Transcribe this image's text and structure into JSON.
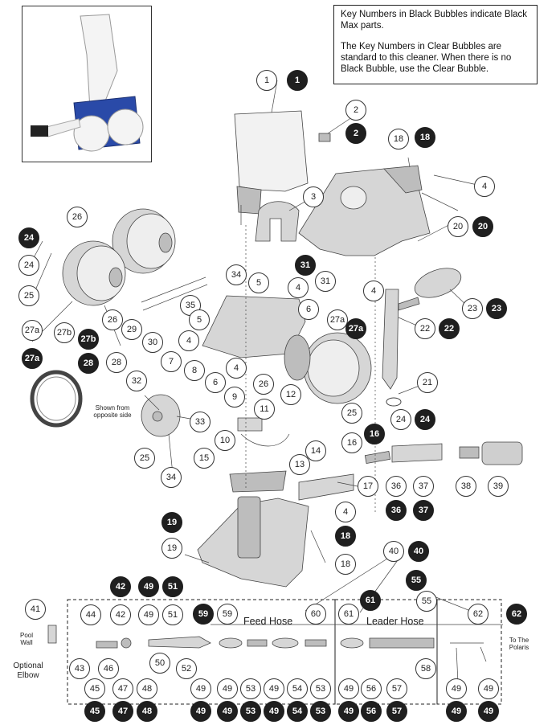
{
  "note": {
    "line1": "Key Numbers in Black Bubbles indicate Black Max parts.",
    "line2": "The Key Numbers in Clear Bubbles are standard to this cleaner. When there is no Black Bubble, use the Clear Bubble."
  },
  "labels": {
    "feed_hose": "Feed Hose",
    "leader_hose": "Leader Hose",
    "pool_wall": "Pool Wall",
    "optional_elbow": "Optional Elbow",
    "to_the_polaris": "To The Polaris",
    "shown_from": "Shown from opposite side"
  },
  "bubbles": [
    {
      "t": "1",
      "k": "clear"
    },
    {
      "t": "1",
      "k": "black"
    },
    {
      "t": "2",
      "k": "clear"
    },
    {
      "t": "2",
      "k": "black"
    },
    {
      "t": "18",
      "k": "clear"
    },
    {
      "t": "18",
      "k": "black"
    },
    {
      "t": "4",
      "k": "clear"
    },
    {
      "t": "3",
      "k": "clear"
    },
    {
      "t": "20",
      "k": "clear"
    },
    {
      "t": "20",
      "k": "black"
    },
    {
      "t": "26",
      "k": "clear"
    },
    {
      "t": "24",
      "k": "black"
    },
    {
      "t": "24",
      "k": "clear"
    },
    {
      "t": "25",
      "k": "clear"
    },
    {
      "t": "31",
      "k": "black"
    },
    {
      "t": "34",
      "k": "clear"
    },
    {
      "t": "5",
      "k": "clear"
    },
    {
      "t": "4",
      "k": "clear"
    },
    {
      "t": "31",
      "k": "clear"
    },
    {
      "t": "4",
      "k": "clear"
    },
    {
      "t": "23",
      "k": "clear"
    },
    {
      "t": "23",
      "k": "black"
    },
    {
      "t": "35",
      "k": "clear"
    },
    {
      "t": "6",
      "k": "clear"
    },
    {
      "t": "27a",
      "k": "clear"
    },
    {
      "t": "27a",
      "k": "black"
    },
    {
      "t": "22",
      "k": "clear"
    },
    {
      "t": "22",
      "k": "black"
    },
    {
      "t": "26",
      "k": "clear"
    },
    {
      "t": "29",
      "k": "clear"
    },
    {
      "t": "5",
      "k": "clear"
    },
    {
      "t": "30",
      "k": "clear"
    },
    {
      "t": "4",
      "k": "clear"
    },
    {
      "t": "27a",
      "k": "clear"
    },
    {
      "t": "27b",
      "k": "clear"
    },
    {
      "t": "27b",
      "k": "black"
    },
    {
      "t": "7",
      "k": "clear"
    },
    {
      "t": "4",
      "k": "clear"
    },
    {
      "t": "8",
      "k": "clear"
    },
    {
      "t": "27a",
      "k": "black"
    },
    {
      "t": "28",
      "k": "black"
    },
    {
      "t": "28",
      "k": "clear"
    },
    {
      "t": "26",
      "k": "clear"
    },
    {
      "t": "21",
      "k": "clear"
    },
    {
      "t": "6",
      "k": "clear"
    },
    {
      "t": "12",
      "k": "clear"
    },
    {
      "t": "32",
      "k": "clear"
    },
    {
      "t": "9",
      "k": "clear"
    },
    {
      "t": "25",
      "k": "clear"
    },
    {
      "t": "24",
      "k": "clear"
    },
    {
      "t": "24",
      "k": "black"
    },
    {
      "t": "11",
      "k": "clear"
    },
    {
      "t": "33",
      "k": "clear"
    },
    {
      "t": "16",
      "k": "black"
    },
    {
      "t": "10",
      "k": "clear"
    },
    {
      "t": "14",
      "k": "clear"
    },
    {
      "t": "16",
      "k": "clear"
    },
    {
      "t": "25",
      "k": "clear"
    },
    {
      "t": "13",
      "k": "clear"
    },
    {
      "t": "15",
      "k": "clear"
    },
    {
      "t": "34",
      "k": "clear"
    },
    {
      "t": "36",
      "k": "clear"
    },
    {
      "t": "37",
      "k": "clear"
    },
    {
      "t": "38",
      "k": "clear"
    },
    {
      "t": "39",
      "k": "clear"
    },
    {
      "t": "17",
      "k": "clear"
    },
    {
      "t": "36",
      "k": "black"
    },
    {
      "t": "37",
      "k": "black"
    },
    {
      "t": "4",
      "k": "clear"
    },
    {
      "t": "19",
      "k": "black"
    },
    {
      "t": "18",
      "k": "black"
    },
    {
      "t": "19",
      "k": "clear"
    },
    {
      "t": "18",
      "k": "clear"
    },
    {
      "t": "40",
      "k": "clear"
    },
    {
      "t": "40",
      "k": "black"
    },
    {
      "t": "55",
      "k": "black"
    },
    {
      "t": "42",
      "k": "black"
    },
    {
      "t": "49",
      "k": "black"
    },
    {
      "t": "51",
      "k": "black"
    },
    {
      "t": "55",
      "k": "clear"
    },
    {
      "t": "61",
      "k": "black"
    },
    {
      "t": "41",
      "k": "clear"
    },
    {
      "t": "44",
      "k": "clear"
    },
    {
      "t": "42",
      "k": "clear"
    },
    {
      "t": "49",
      "k": "clear"
    },
    {
      "t": "51",
      "k": "clear"
    },
    {
      "t": "59",
      "k": "black"
    },
    {
      "t": "59",
      "k": "clear"
    },
    {
      "t": "60",
      "k": "clear"
    },
    {
      "t": "61",
      "k": "clear"
    },
    {
      "t": "62",
      "k": "clear"
    },
    {
      "t": "62",
      "k": "black"
    },
    {
      "t": "50",
      "k": "clear"
    },
    {
      "t": "43",
      "k": "clear"
    },
    {
      "t": "46",
      "k": "clear"
    },
    {
      "t": "52",
      "k": "clear"
    },
    {
      "t": "58",
      "k": "clear"
    },
    {
      "t": "45",
      "k": "clear"
    },
    {
      "t": "47",
      "k": "clear"
    },
    {
      "t": "48",
      "k": "clear"
    },
    {
      "t": "49",
      "k": "clear"
    },
    {
      "t": "49",
      "k": "clear"
    },
    {
      "t": "53",
      "k": "clear"
    },
    {
      "t": "49",
      "k": "clear"
    },
    {
      "t": "54",
      "k": "clear"
    },
    {
      "t": "53",
      "k": "clear"
    },
    {
      "t": "49",
      "k": "clear"
    },
    {
      "t": "56",
      "k": "clear"
    },
    {
      "t": "57",
      "k": "clear"
    },
    {
      "t": "49",
      "k": "clear"
    },
    {
      "t": "49",
      "k": "clear"
    },
    {
      "t": "45",
      "k": "black"
    },
    {
      "t": "47",
      "k": "black"
    },
    {
      "t": "48",
      "k": "black"
    },
    {
      "t": "49",
      "k": "black"
    },
    {
      "t": "49",
      "k": "black"
    },
    {
      "t": "53",
      "k": "black"
    },
    {
      "t": "49",
      "k": "black"
    },
    {
      "t": "54",
      "k": "black"
    },
    {
      "t": "53",
      "k": "black"
    },
    {
      "t": "49",
      "k": "black"
    },
    {
      "t": "56",
      "k": "black"
    },
    {
      "t": "57",
      "k": "black"
    },
    {
      "t": "49",
      "k": "black"
    },
    {
      "t": "49",
      "k": "black"
    }
  ]
}
